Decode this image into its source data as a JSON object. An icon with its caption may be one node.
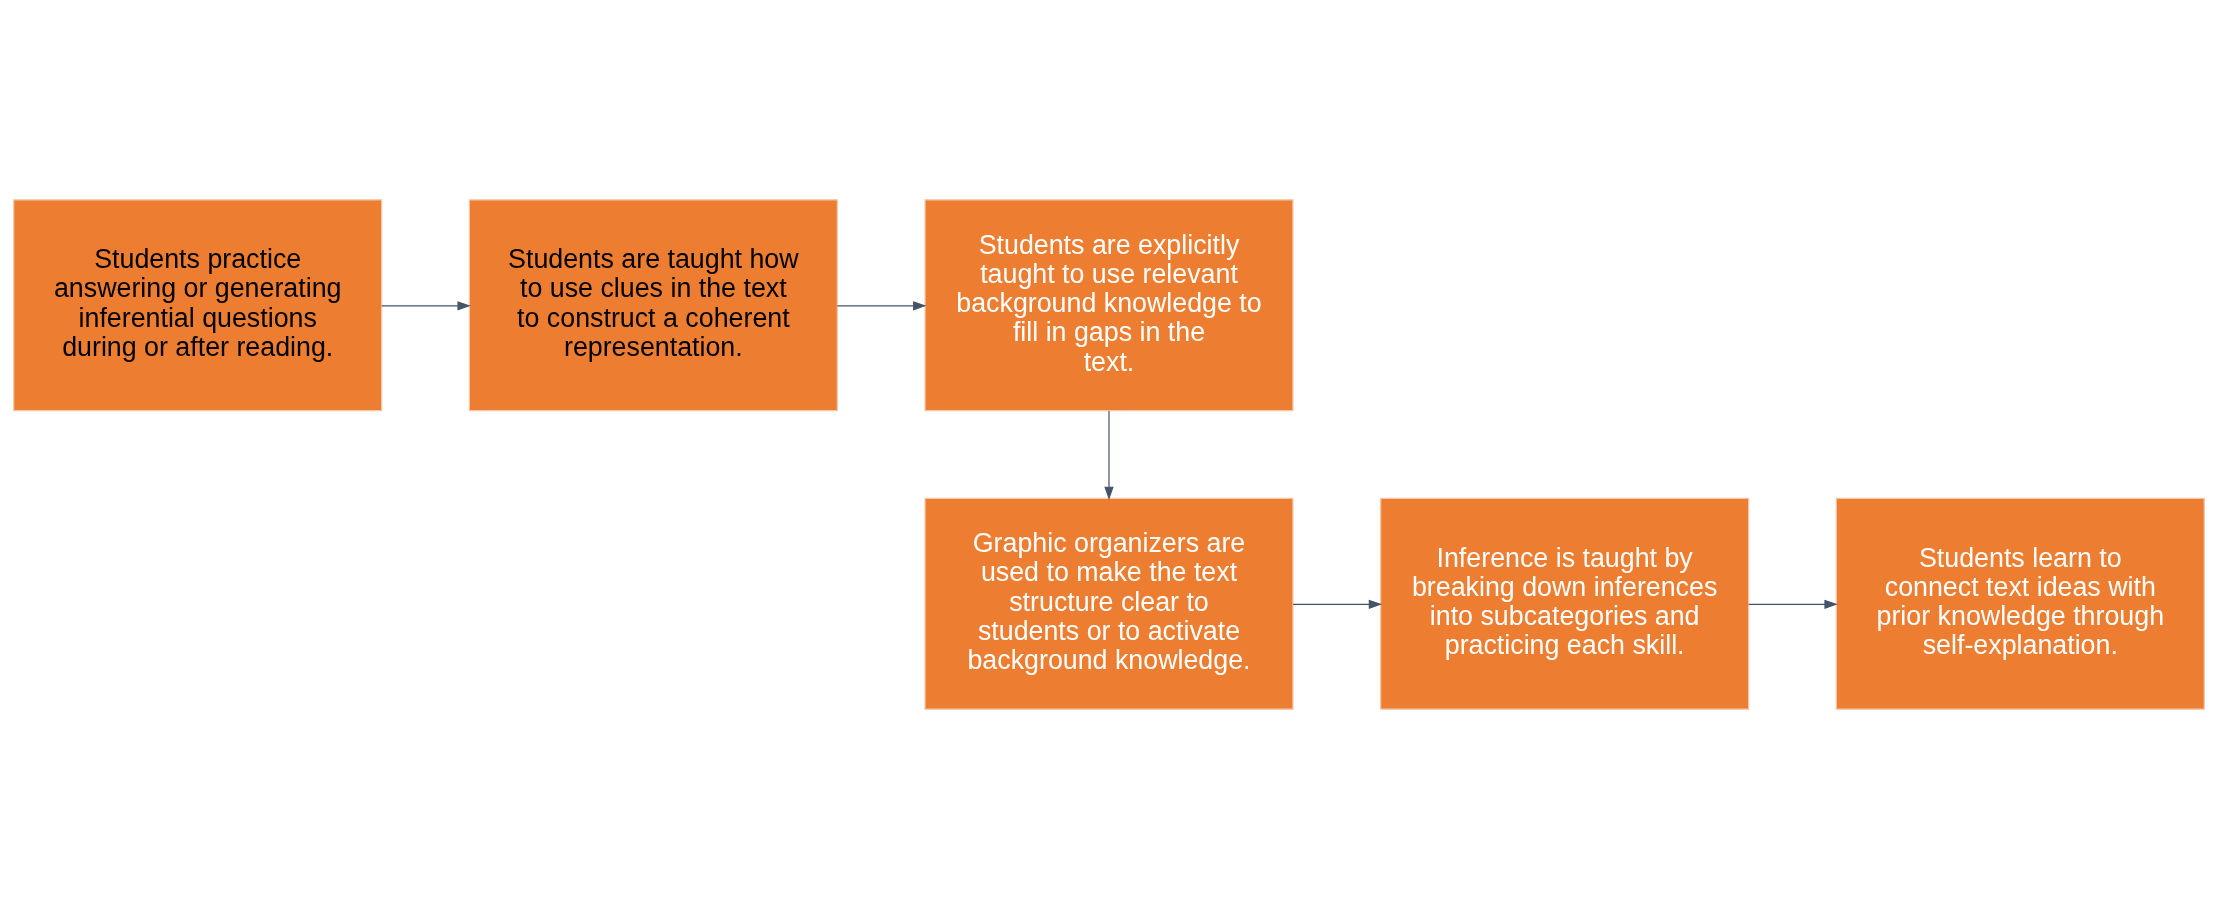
{
  "diagram": {
    "nodes": [
      {
        "text": [
          "Students practice answering or generating inferential questions during or after reading."
        ]
      },
      {
        "text": [
          "Students are taught how to use clues in the text to construct a coherent representation."
        ]
      },
      {
        "text": [
          "Students are explicitly taught to use relevant background knowledge to fill in gaps in the text."
        ]
      },
      {
        "text": [
          "Graphic organizers are used to make the text structure clear to students or to activate background knowledge."
        ]
      },
      {
        "text": [
          "Inference is taught by breaking down inferences into subcategories and practicing each skill."
        ]
      },
      {
        "text": [
          "Students learn to connect text ideas with prior knowledge through self-explanation."
        ]
      }
    ],
    "edges": [
      {
        "from": 0,
        "to": 1,
        "arrow": "to"
      },
      {
        "from": 1,
        "to": 2,
        "arrow": "to"
      },
      {
        "from": 2,
        "to": 3,
        "arrow": "to"
      },
      {
        "from": 3,
        "to": 4,
        "arrow": "to"
      },
      {
        "from": 4,
        "to": 5,
        "arrow": "to"
      }
    ]
  }
}
